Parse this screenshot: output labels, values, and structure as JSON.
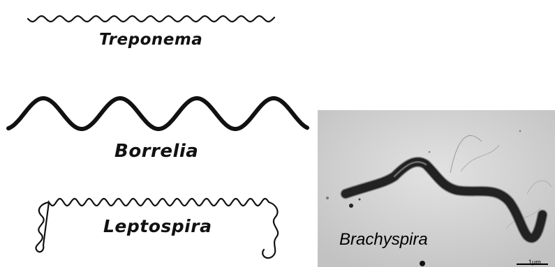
{
  "figure": {
    "labels": {
      "treponema": "Treponema",
      "borrelia": "Borrelia",
      "leptospira": "Leptospira"
    },
    "photo": {
      "caption": "Brachyspira",
      "scale_bar_text": "1μm"
    }
  }
}
